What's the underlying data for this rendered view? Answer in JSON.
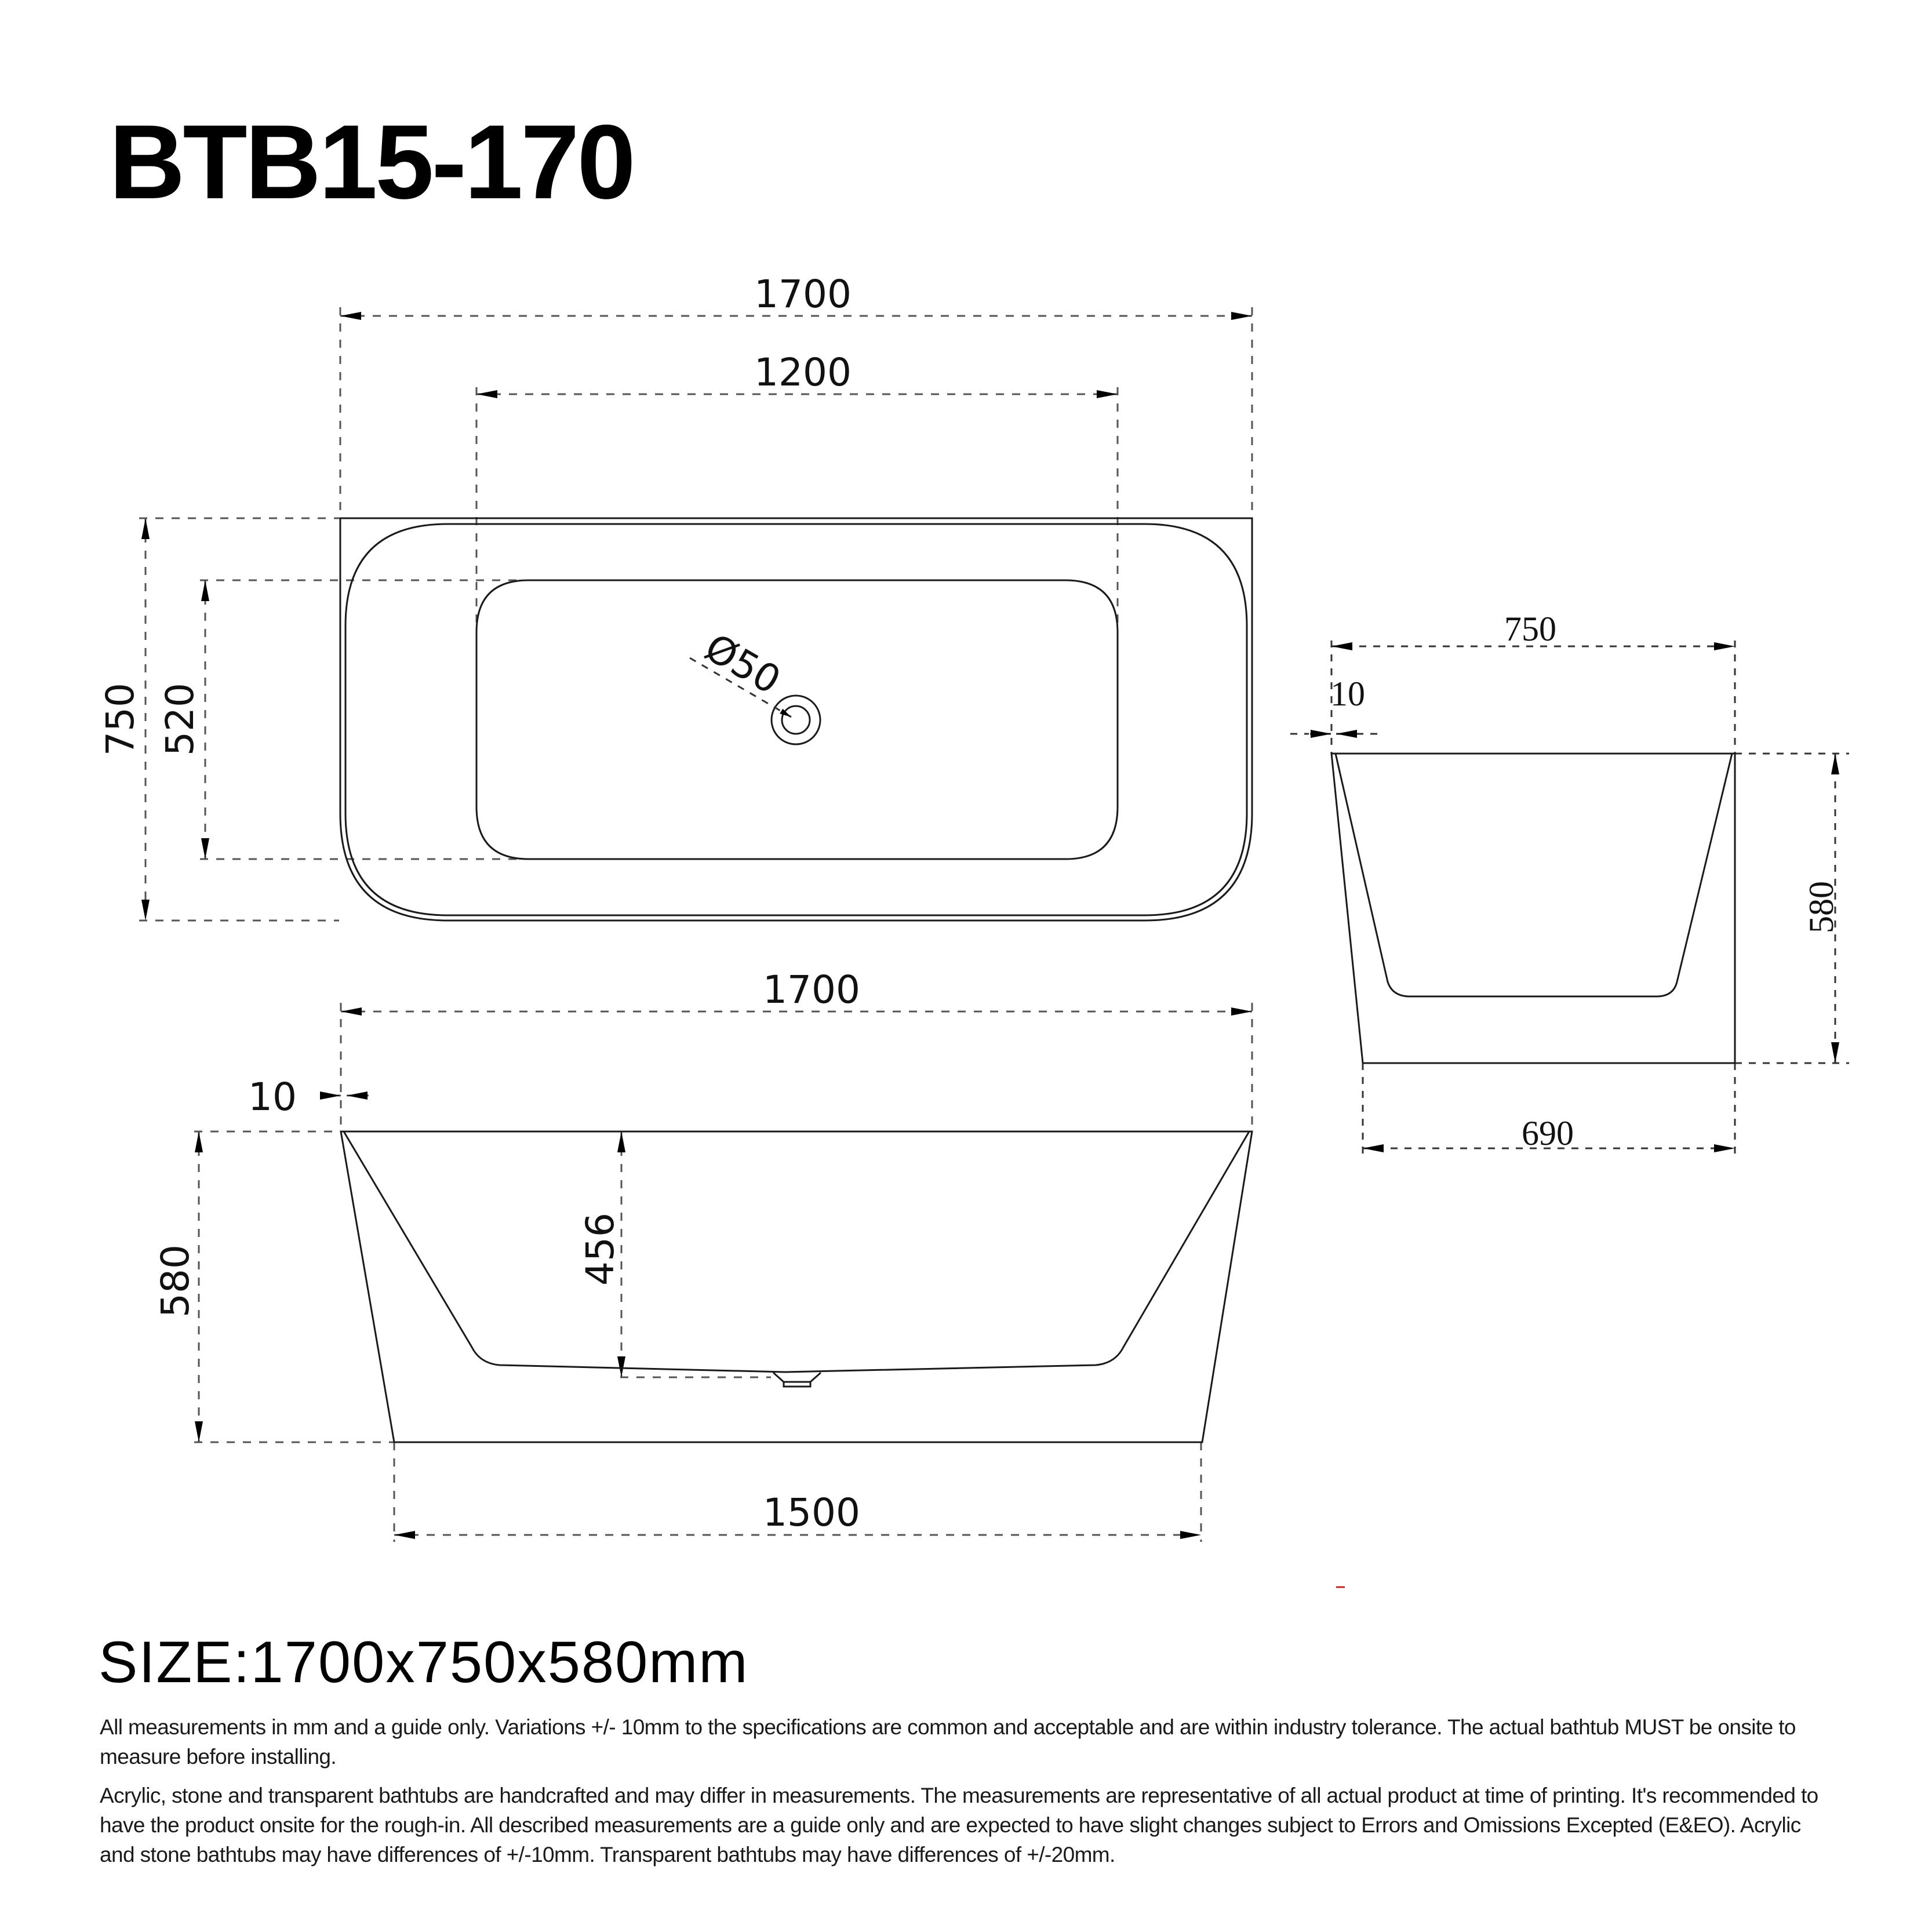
{
  "header": {
    "model_code": "BTB15-170"
  },
  "top_view": {
    "overall_length": "1700",
    "basin_length": "1200",
    "overall_width": "750",
    "basin_width": "520",
    "drain_diameter": "Ø50"
  },
  "front_view": {
    "top_length": "1700",
    "rim_offset": "10",
    "height": "580",
    "internal_depth": "456",
    "base_length": "1500"
  },
  "side_view": {
    "top_width": "750",
    "rim_offset": "10",
    "height": "580",
    "base_width": "690"
  },
  "footer": {
    "size_heading": "SIZE:1700x750x580mm",
    "note_1": "All measurements in mm and a guide only. Variations +/- 10mm to the specifications are common and acceptable and are within industry tolerance. The actual bathtub MUST be onsite to measure before installing.",
    "note_2": "Acrylic, stone and transparent bathtubs are handcrafted and may differ in measurements. The measurements are representative of all actual product at time of printing. It's recommended to have the product onsite for the rough-in. All described measurements are a guide only and are expected to have slight changes subject to Errors and Omissions Excepted (E&EO). Acrylic and stone bathtubs may have differences of +/-10mm. Transparent bathtubs may have differences of +/-20mm."
  },
  "colors": {
    "line": "#1a1a1a",
    "dimension": "#555555",
    "marker_red": "#cc1f1f"
  }
}
